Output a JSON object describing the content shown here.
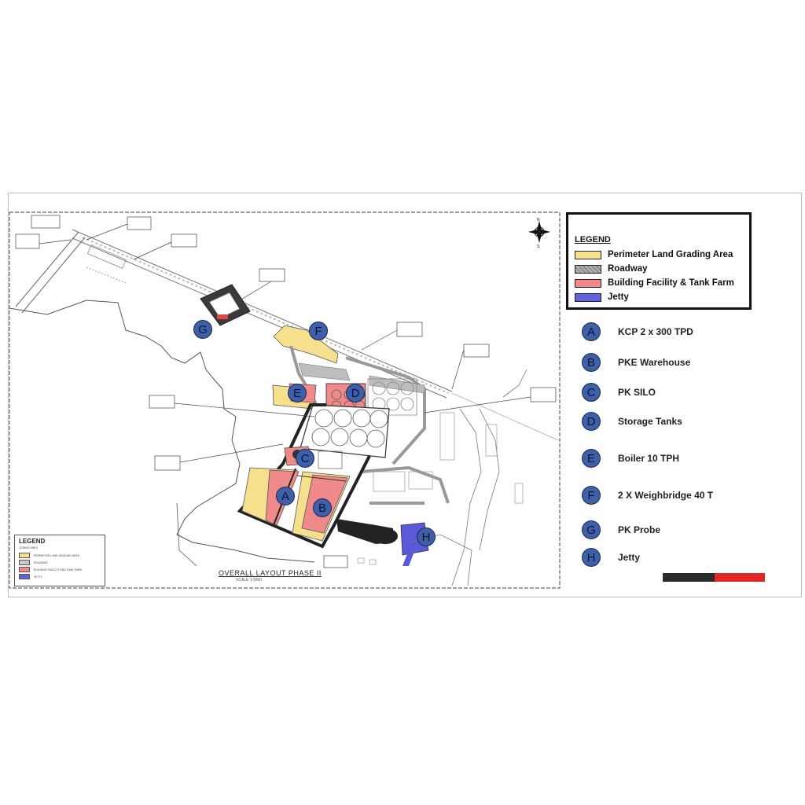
{
  "plan": {
    "title": "OVERALL LAYOUT PHASE II",
    "subtitle": "SCALE 1:5000"
  },
  "legend": {
    "title": "LEGEND",
    "items": [
      {
        "label": "Perimeter Land Grading Area",
        "color": "#f6e08e"
      },
      {
        "label": "Roadway",
        "color": "#9a9a9a"
      },
      {
        "label": "Building Facility & Tank Farm",
        "color": "#f08a8a"
      },
      {
        "label": "Jetty",
        "color": "#6161e0"
      }
    ]
  },
  "small_legend": {
    "title": "LEGEND",
    "header": "ZONING AREA",
    "items": [
      {
        "label": "PERIMETER LAND GRADING AREA",
        "color": "#f6e08e"
      },
      {
        "label": "ROADWAY",
        "color": "#c9c9c9"
      },
      {
        "label": "BUILDING FACILITY AND TANK FARM",
        "color": "#f08a8a"
      },
      {
        "label": "JETTY",
        "color": "#6161e0"
      }
    ]
  },
  "key": [
    {
      "letter": "A",
      "label": "KCP 2 x 300 TPD"
    },
    {
      "letter": "B",
      "label": "PKE Warehouse"
    },
    {
      "letter": "C",
      "label": "PK SILO"
    },
    {
      "letter": "D",
      "label": "Storage Tanks"
    },
    {
      "letter": "E",
      "label": "Boiler 10 TPH"
    },
    {
      "letter": "F",
      "label": "2 X Weighbridge 40 T"
    },
    {
      "letter": "G",
      "label": "PK Probe"
    },
    {
      "letter": "H",
      "label": "Jetty"
    }
  ],
  "map_markers": [
    "A",
    "B",
    "C",
    "D",
    "E",
    "F",
    "G",
    "H"
  ],
  "compass": {
    "north": "N",
    "south": "S"
  },
  "colors": {
    "marker_fill": "#3f5fa8",
    "grading": "#f6e08e",
    "roadway": "#9a9a9a",
    "building": "#f08a8a",
    "jetty": "#6161e0",
    "brand_dark": "#2b2b2b",
    "brand_red": "#e32626"
  }
}
